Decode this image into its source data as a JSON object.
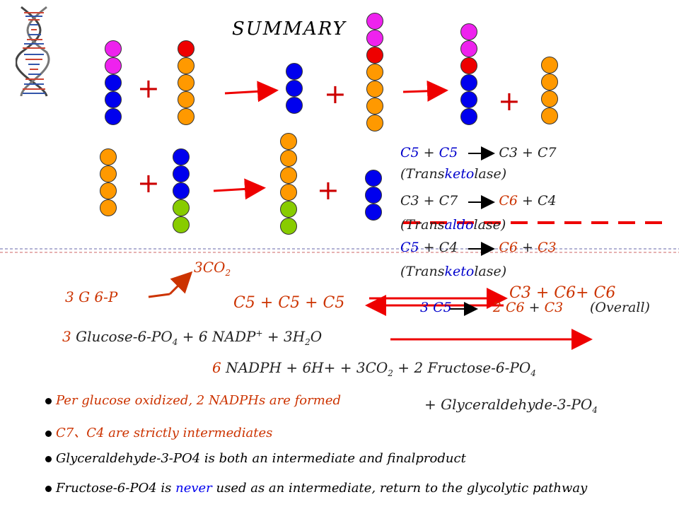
{
  "title": "SUMMARY",
  "colors": {
    "magenta": "#ee22ee",
    "blue": "#0000ee",
    "red": "#ee0000",
    "orange": "#ff9900",
    "green": "#88cc00",
    "accent": "#cc3300"
  },
  "plus_sign": "+",
  "reactions": {
    "r1": {
      "a": "C5",
      "b": "C5",
      "c": "C3",
      "d": "C7",
      "enzyme_pre": "(Trans",
      "enzyme_mid": "keto",
      "enzyme_post": "lase)"
    },
    "r2": {
      "a": "C3",
      "b": "C7",
      "c": "C6",
      "d": "C4",
      "enzyme_pre": "(Trans",
      "enzyme_mid": "aldo",
      "enzyme_post": "lase)"
    },
    "r3": {
      "a": "C5",
      "b": "C4",
      "c": "C6",
      "d": "C3",
      "enzyme_pre": "(Trans",
      "enzyme_mid": "keto",
      "enzyme_post": "lase)"
    }
  },
  "pathway": {
    "co2": "3CO",
    "co2_sub": "2",
    "g6p": "3 G 6-P",
    "c5_sum": "C5 + C5 + C5",
    "products": "C3 + C6+ C6",
    "overall_a": "3 C5",
    "overall_b": "2 C6",
    "overall_c": "C3",
    "overall_label": "(Overall)"
  },
  "equation": {
    "left_coef": "3",
    "left_a": "Glucose-6-PO",
    "left_a_sub": "4",
    "left_b": "+ 6 NADP",
    "left_b_sup": "+",
    "left_c": "+ 3H",
    "left_c_sub": "2",
    "left_c_end": "O",
    "right_coef": "6",
    "right_a": "NADPH + 6H+ + 3CO",
    "right_a_sub": "2",
    "right_b": "+ 2 Fructose-6-PO",
    "right_b_sub": "4",
    "right_c": "+ Glyceraldehyde-3-PO",
    "right_c_sub": "4"
  },
  "bullets": {
    "b1": "Per glucose oxidized, 2 NADPHs are formed",
    "b2": "C7、C4 are strictly intermediates",
    "b3": "Glyceraldehyde-3-PO4 is both an intermediate and finalproduct",
    "b4_pre": "Fructose-6-PO4 is ",
    "b4_never": "never",
    "b4_post": " used as an intermediate, return to the glycolytic pathway"
  }
}
